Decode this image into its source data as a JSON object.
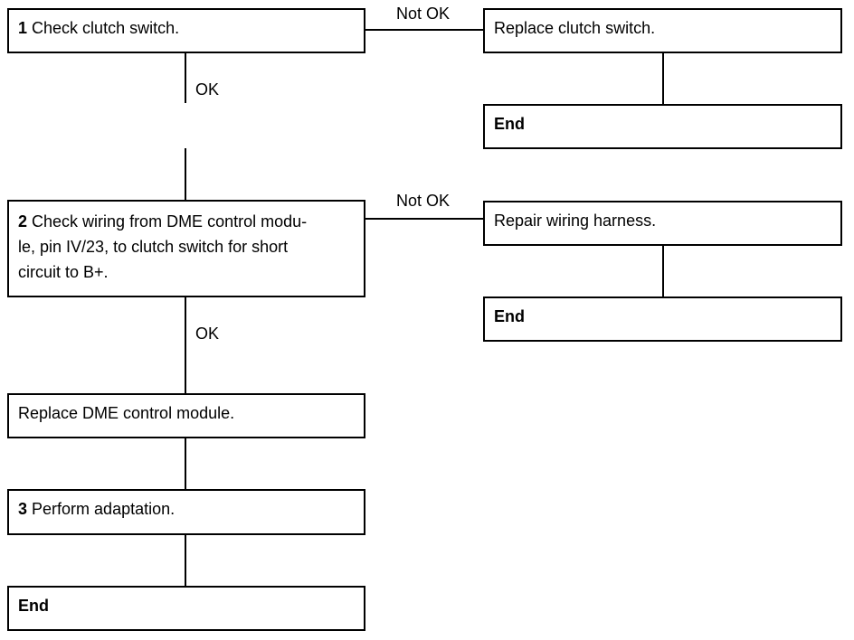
{
  "steps": [
    {
      "number": "1",
      "text": "Check clutch switch."
    },
    {
      "number": "2",
      "text": "Check wiring from DME control modu-",
      "text_line2": "le, pin IV/23, to clutch switch for short",
      "text_line3": "circuit to B+."
    },
    {
      "text": "Replace DME control module."
    },
    {
      "number": "3",
      "text": "Perform adaptation."
    }
  ],
  "actions": [
    {
      "text": "Replace clutch switch."
    },
    {
      "text": "Repair wiring harness."
    }
  ],
  "end_label": "End",
  "labels": {
    "ok": "OK",
    "not_ok": "Not OK"
  }
}
